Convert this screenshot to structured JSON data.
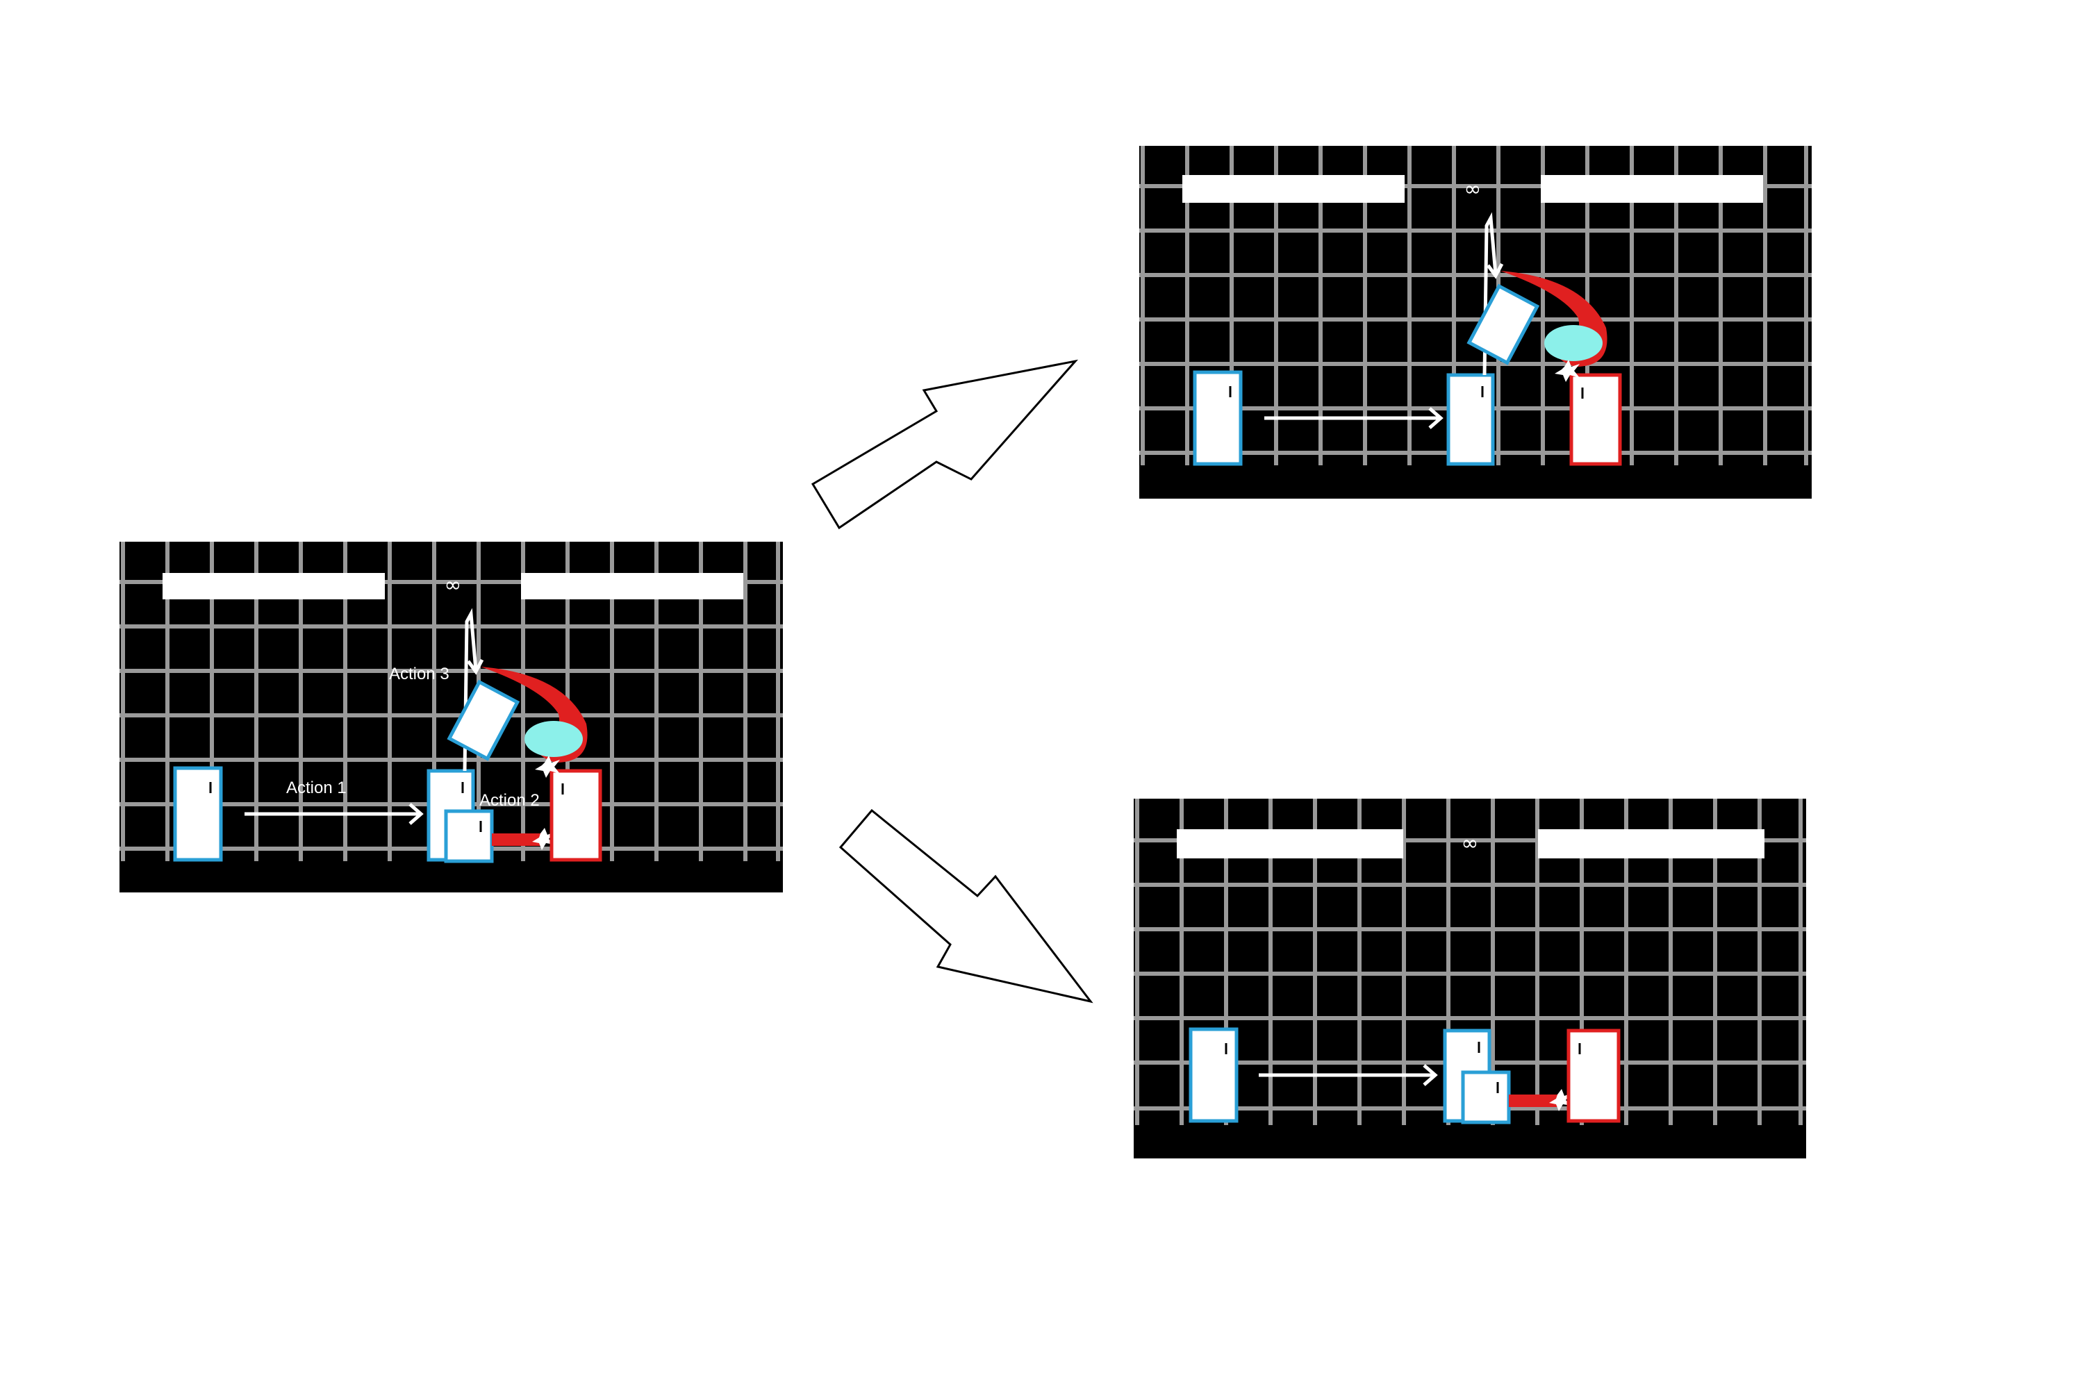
{
  "panels": {
    "main": {
      "action_labels": {
        "action1": "Action 1",
        "action2": "Action 2",
        "action3": "Action 3"
      },
      "center_symbol": "∞",
      "agent_color": "#2a9fd6",
      "opponent_color": "#e02020"
    },
    "outcome_top": {
      "center_symbol": "∞"
    },
    "outcome_bottom": {
      "center_symbol": "∞"
    }
  },
  "icons": {
    "flow_up": "arrow-up-right-icon",
    "flow_down": "arrow-down-right-icon"
  }
}
